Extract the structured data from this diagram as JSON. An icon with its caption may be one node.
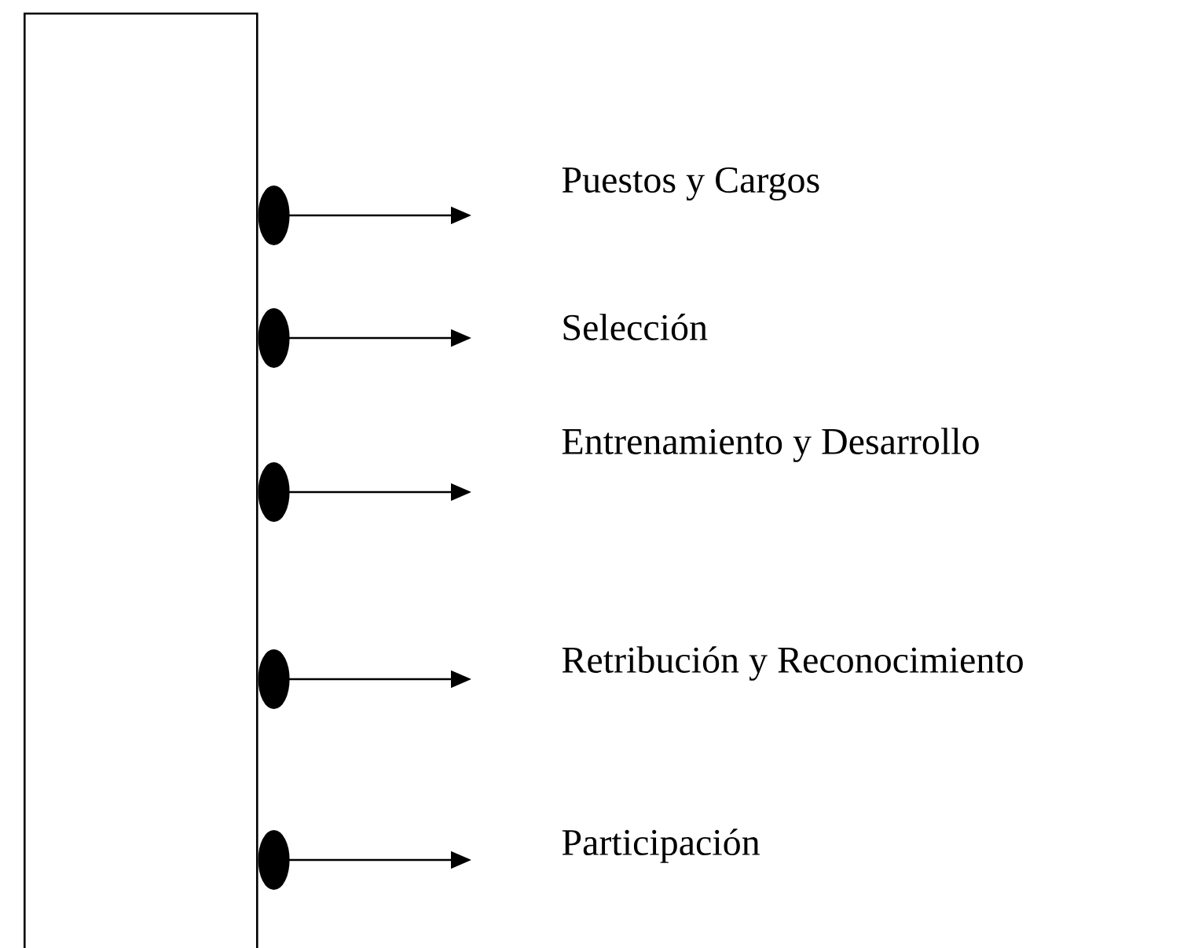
{
  "diagram": {
    "nodes": [
      {
        "text": [],
        "shape": "box"
      },
      {
        "text": [
          "Puestos y Cargos"
        ]
      },
      {
        "text": [
          "Selección"
        ]
      },
      {
        "text": [
          "Entrenamiento y Desarrollo"
        ]
      },
      {
        "text": [
          "Retribución y Reconocimiento"
        ]
      },
      {
        "text": [
          "Participación"
        ]
      }
    ],
    "edges": [
      {
        "from": 0,
        "to": 1,
        "arrow": "to"
      },
      {
        "from": 0,
        "to": 2,
        "arrow": "to"
      },
      {
        "from": 0,
        "to": 3,
        "arrow": "to"
      },
      {
        "from": 0,
        "to": 4,
        "arrow": "to"
      },
      {
        "from": 0,
        "to": 5,
        "arrow": "to"
      }
    ]
  }
}
